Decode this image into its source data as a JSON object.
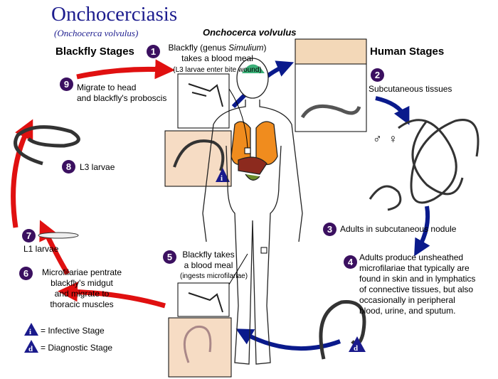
{
  "title": "Onchocerciasis",
  "subtitle": "(Onchocerca volvulus)",
  "species_heading": "Onchocerca volvulus",
  "sections": {
    "blackfly": "Blackfly Stages",
    "human": "Human Stages"
  },
  "steps": [
    {
      "number": "1",
      "lines": [
        "Blackfly (genus ",
        "Simulium",
        ")",
        "takes a blood meal"
      ],
      "note": "(L3 larvae enter bite wound)"
    },
    {
      "number": "2",
      "lines": [
        "Subcutaneous tissues"
      ]
    },
    {
      "number": "3",
      "lines": [
        "Adults in subcutaneous nodule"
      ]
    },
    {
      "number": "4",
      "lines": [
        "Adults produce unsheathed",
        "microfilariae that typically are",
        "found in skin and in lymphatics",
        "of connective tissues,  but also",
        "occasionally in peripheral",
        "blood, urine, and sputum."
      ]
    },
    {
      "number": "5",
      "lines": [
        "Blackfly takes",
        "a blood meal"
      ],
      "note": "(ingests microfilariae)"
    },
    {
      "number": "6",
      "lines": [
        "Microfilariae pentrate",
        "blackfly's midgut",
        "and migrate to",
        "thoracic muscles"
      ]
    },
    {
      "number": "7",
      "lines": [
        "L1 larvae"
      ]
    },
    {
      "number": "8",
      "lines": [
        "L3 larvae"
      ]
    },
    {
      "number": "9",
      "lines": [
        "Migrate to head",
        "and blackfly's proboscis"
      ]
    }
  ],
  "sex_symbols": {
    "male": "♂",
    "female": "♀"
  },
  "legend": [
    {
      "symbol": "i",
      "label": "= Infective Stage"
    },
    {
      "symbol": "d",
      "label": "= Diagnostic Stage"
    }
  ],
  "colors": {
    "title": "#1c1c8e",
    "step_badge": "#3b1060",
    "blackfly_arrow": "#e01010",
    "human_arrow": "#0a1a8c",
    "stage_triangle": "#1a1a8c",
    "panel_fill": "#f6dcc4"
  }
}
